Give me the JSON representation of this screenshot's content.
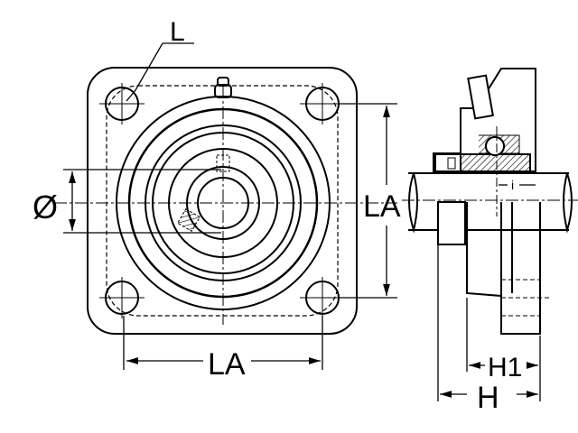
{
  "title": "Four-bolt square flange bearing unit dimensions",
  "labels": {
    "bolt_hole": "L",
    "bore_diameter": "Ø",
    "bolt_spacing_vertical": "LA",
    "bolt_spacing_horizontal": "LA",
    "offset": "i",
    "height_h1": "H1",
    "height_h": "H"
  },
  "colors": {
    "line": "#000000",
    "background": "#ffffff"
  }
}
